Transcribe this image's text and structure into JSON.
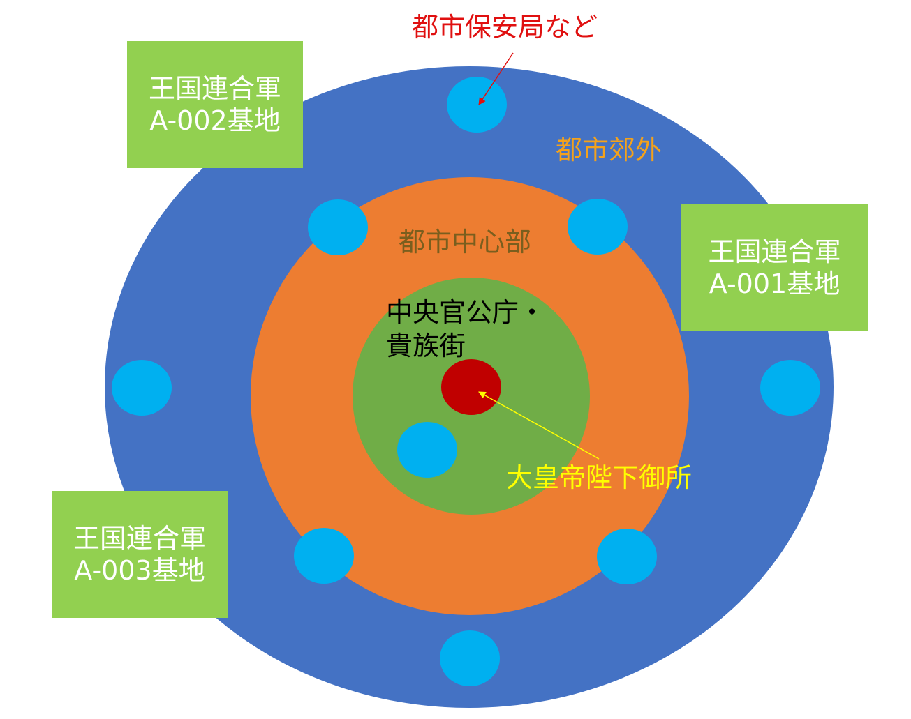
{
  "colors": {
    "outer_ring": "#4472C4",
    "middle_ring": "#ED7D31",
    "inner_ring": "#70AD47",
    "palace": "#C00000",
    "security_post": "#00B0F0",
    "base_box": "#92D050",
    "label_white": "#FFFFFF",
    "label_orange": "#F4A21B",
    "label_brown": "#7A5E1E",
    "label_red": "#E01010",
    "label_yellow": "#FFFF00",
    "label_black": "#000000"
  },
  "zones": {
    "suburbs": {
      "label": "都市郊外"
    },
    "center": {
      "label": "都市中心部"
    },
    "government": {
      "line1": "中央官公庁・",
      "line2": "貴族街"
    }
  },
  "callouts": {
    "security": {
      "label": "都市保安局など"
    },
    "palace": {
      "label": "大皇帝陛下御所"
    }
  },
  "bases": [
    {
      "id": "a002",
      "line1": "王国連合軍",
      "line2": "A-002基地"
    },
    {
      "id": "a001",
      "line1": "王国連合軍",
      "line2": "A-001基地"
    },
    {
      "id": "a003",
      "line1": "王国連合軍",
      "line2": "A-003基地"
    }
  ],
  "security_post_icon": "circle",
  "palace_icon": "circle"
}
